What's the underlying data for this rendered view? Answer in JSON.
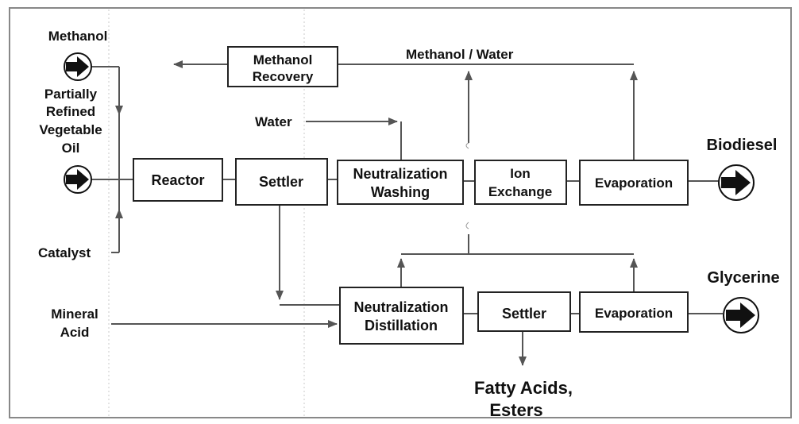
{
  "inputs": {
    "methanol": "Methanol",
    "oil_line1": "Partially",
    "oil_line2": "Refined",
    "oil_line3": "Vegetable",
    "oil_line4": "Oil",
    "catalyst": "Catalyst",
    "acid_line1": "Mineral",
    "acid_line2": "Acid",
    "water": "Water"
  },
  "units": {
    "methanol_recovery_1": "Methanol",
    "methanol_recovery_2": "Recovery",
    "reactor": "Reactor",
    "settler_top": "Settler",
    "neut_washing_1": "Neutralization",
    "neut_washing_2": "Washing",
    "ion_exchange_1": "Ion",
    "ion_exchange_2": "Exchange",
    "evaporation_top": "Evaporation",
    "neut_distill_1": "Neutralization",
    "neut_distill_2": "Distillation",
    "settler_bottom": "Settler",
    "evaporation_bottom": "Evaporation"
  },
  "streams": {
    "methanol_water": "Methanol / Water"
  },
  "outputs": {
    "biodiesel": "Biodiesel",
    "glycerine": "Glycerine",
    "fatty_1": "Fatty Acids,",
    "fatty_2": "Esters"
  },
  "colors": {
    "line": "#555555",
    "box_border": "#222222",
    "text": "#111111"
  }
}
